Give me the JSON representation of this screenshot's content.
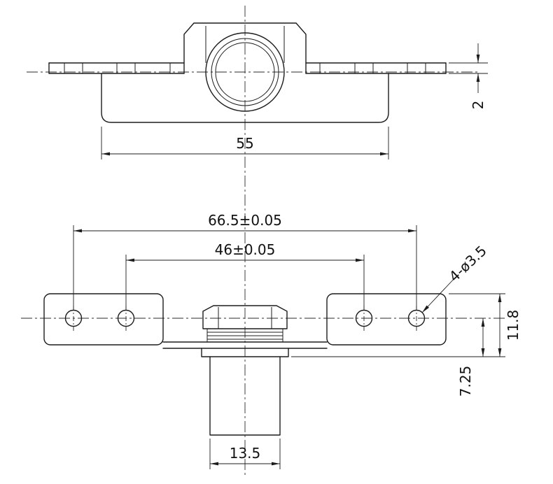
{
  "drawing": {
    "type": "technical-drawing",
    "colors": {
      "line": "#1c1c1c",
      "background": "#ffffff"
    },
    "dims": {
      "flange_thickness": "2",
      "body_width": "55",
      "outer_hole_spacing": "66.5±0.05",
      "inner_hole_spacing": "46±0.05",
      "hole_callout": "4-ø3.5",
      "overall_height": "11.8",
      "boss_height": "7.25",
      "stem_width": "13.5"
    }
  }
}
